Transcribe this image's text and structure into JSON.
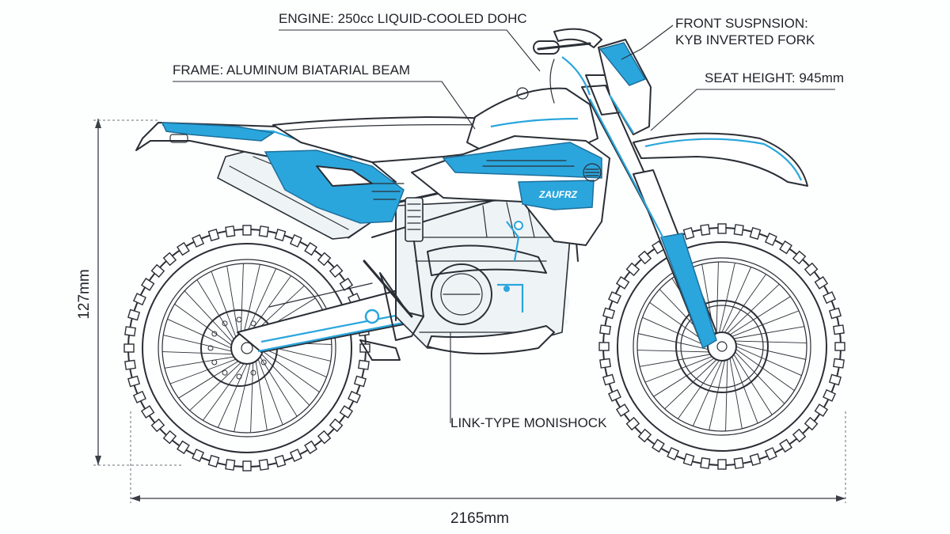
{
  "callouts": {
    "engine": "ENGINE: 250cc LIQUID-COOLED DOHC",
    "frame": "FRAME: ALUMINUM BIATARIAL BEAM",
    "front_suspension_line1": "FRONT SUSPNSION:",
    "front_suspension_line2": "KYB INVERTED FORK",
    "seat_height": "SEAT HEIGHT: 945mm",
    "rear_shock": "LINK-TYPE MONISHOCK"
  },
  "dimensions": {
    "height": "127mm",
    "wheelbase_length": "2165mm"
  },
  "tank_decal": "ZAUFRZ",
  "colors": {
    "accent": "#2aa6dd",
    "ink": "#2a2f36",
    "background": "#fdfefe"
  }
}
